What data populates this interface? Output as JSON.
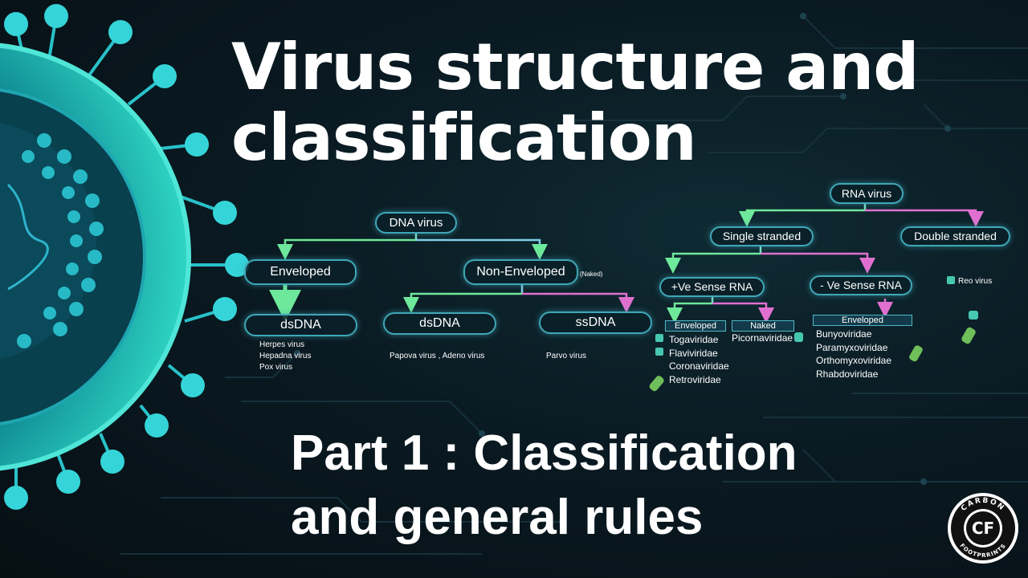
{
  "title": {
    "line1": "Virus structure and",
    "line2": "classification"
  },
  "subtitle": {
    "line1": "Part 1 : Classification",
    "line2": "and general rules"
  },
  "dna_tree": {
    "root": "DNA virus",
    "enveloped": "Enveloped",
    "non_enveloped": "Non-Enveloped",
    "naked_note": "(Naked)",
    "enveloped_child": "dsDNA",
    "non_env_children": [
      "dsDNA",
      "ssDNA"
    ],
    "enveloped_examples": [
      "Herpes virus",
      "Hepadna virus",
      "Pox virus"
    ],
    "non_env_ds_examples": "Papova virus , Adeno virus",
    "non_env_ss_examples": "Parvo virus"
  },
  "rna_tree": {
    "root": "RNA virus",
    "single": "Single stranded",
    "double": "Double stranded",
    "plus_sense": "+Ve Sense RNA",
    "minus_sense": "- Ve Sense RNA",
    "plus_enveloped_tag": "Enveloped",
    "plus_naked_tag": "Naked",
    "plus_enveloped_list": [
      "Togaviridae",
      "Flaviviridae",
      "Coronaviridae",
      "Retroviridae"
    ],
    "plus_naked_list": [
      "Picornaviridae"
    ],
    "minus_enveloped_tag": "Enveloped",
    "minus_enveloped_list": [
      "Bunyoviridae",
      "Paramyxoviridae",
      "Orthomyxoviridae",
      "Rhabdoviridae"
    ],
    "double_example": "Reo virus"
  },
  "logo": {
    "top_text": "CARBON",
    "bottom_text": "FOOTPRRINTS",
    "initials": "CF"
  },
  "colors": {
    "accent_cyan": "#3fa7b7",
    "green": "#4fe08a",
    "pink": "#e070d0",
    "virus_teal": "#2fd6c4"
  }
}
